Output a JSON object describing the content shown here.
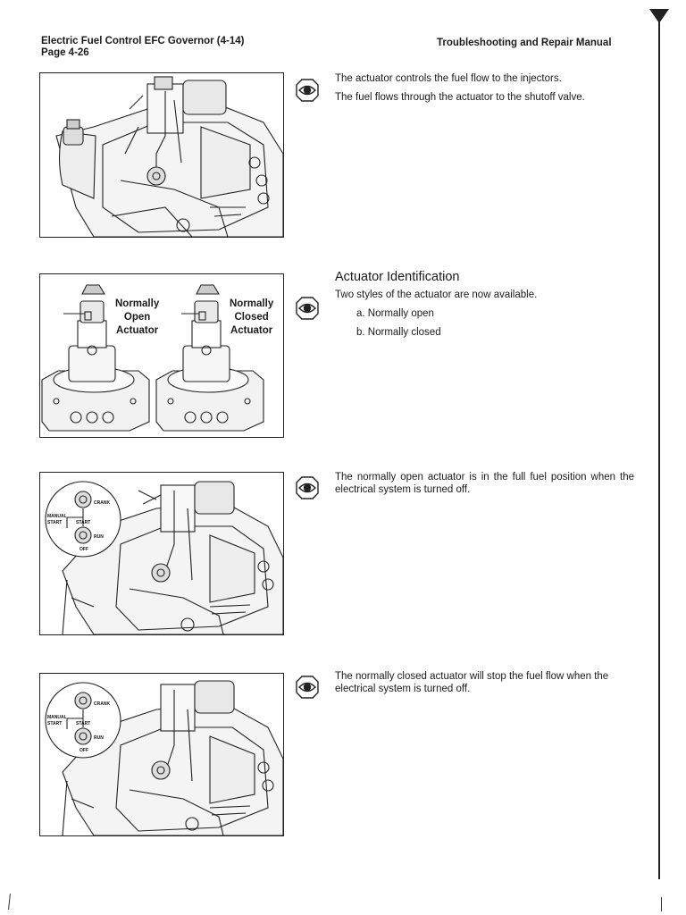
{
  "header": {
    "title": "Electric Fuel Control EFC Governor (4-14)",
    "page": "Page 4-26",
    "manual": "Troubleshooting and Repair Manual"
  },
  "sections": [
    {
      "lines": [
        "The actuator controls the fuel flow to the injectors.",
        "The fuel flows through the actuator to the shutoff valve."
      ]
    },
    {
      "heading": "Actuator Identification",
      "intro": "Two styles of the actuator are now available.",
      "items": [
        "a. Normally open",
        "b. Normally closed"
      ],
      "callouts": {
        "left": [
          "Normally",
          "Open",
          "Actuator"
        ],
        "right": [
          "Normally",
          "Closed",
          "Actuator"
        ]
      }
    },
    {
      "text": "The normally open actuator is in the full fuel position when the electrical system is turned off.",
      "switch_labels": {
        "crank": "CRANK",
        "manual": "MANUAL",
        "start_left": "START",
        "start": "START",
        "run": "RUN",
        "off": "OFF"
      }
    },
    {
      "text": "The normally closed actuator will stop the fuel flow when the electrical system is turned off.",
      "switch_labels": {
        "crank": "CRANK",
        "manual": "MANUAL",
        "start_left": "START",
        "start": "START",
        "run": "RUN",
        "off": "OFF"
      }
    }
  ],
  "icons": {
    "observe": "eye-icon"
  }
}
